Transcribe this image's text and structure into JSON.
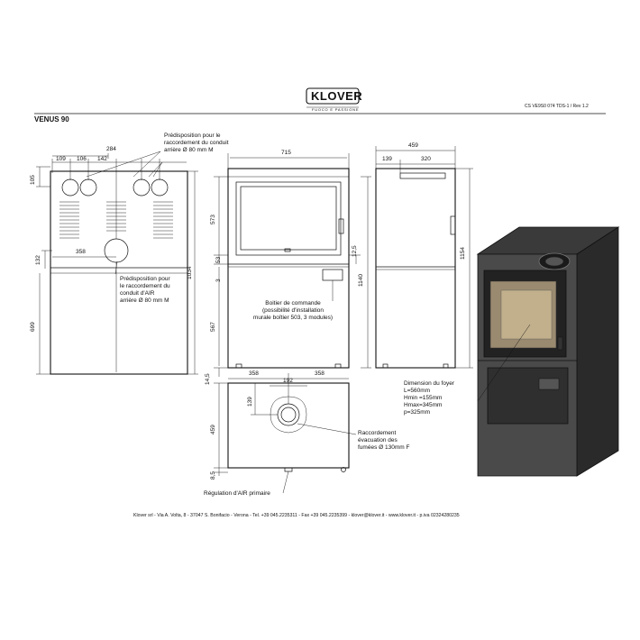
{
  "header": {
    "brand": "KLOVER",
    "tagline": "FUOCO E PASSIONE",
    "doc_code": "CS VE9S0 074 TDS-1 / Rev 1.2",
    "model": "VENUS 90"
  },
  "notes": {
    "rear_flue": [
      "Prédisposition pour le",
      "raccordement du conduit",
      "arrière Ø 80 mm M"
    ],
    "rear_air": [
      "Prédisposition pour",
      "le raccordement du",
      "conduit d'AIR",
      "arrière Ø 80 mm M"
    ],
    "control_box": [
      "Boitier de commande",
      "(possibilité d'installation",
      "murale boîtier 503, 3 modules)"
    ],
    "fumes": [
      "Raccordement",
      "évacuation des",
      "fumées Ø 130mm F"
    ],
    "firebox": [
      "Dimension du foyer",
      "L=560mm",
      "Hmin =155mm",
      "Hmax=345mm",
      "p=325mm"
    ],
    "air_regulation": "Régulation d'AIR primaire"
  },
  "dimensions": {
    "back": {
      "d109": "109",
      "d106": "106",
      "d142": "142",
      "d284": "284",
      "d105": "105",
      "d132": "132",
      "d358": "358",
      "d699": "699",
      "d1034": "1034"
    },
    "front": {
      "d715": "715",
      "d573": "573",
      "d53": "53",
      "d3": "3",
      "d567": "567",
      "d14_5": "14,5",
      "d12_5": "12,5",
      "d1140": "1140"
    },
    "side": {
      "d459": "459",
      "d139": "139",
      "d320": "320",
      "d1154": "1154"
    },
    "top": {
      "d358a": "358",
      "d358b": "358",
      "d192": "192",
      "d139": "139",
      "d459": "459",
      "d8_5": "8,5"
    }
  },
  "footer": "Klover srl  -  Via A. Volta, 8  -  37047 S. Bonifacio  -  Verona  -  Tel. +39 045.2235311  -  Fax +39 045.2235399  -  klover@klover.it  -  www.klover.it  -  p.iva 02324280235"
}
